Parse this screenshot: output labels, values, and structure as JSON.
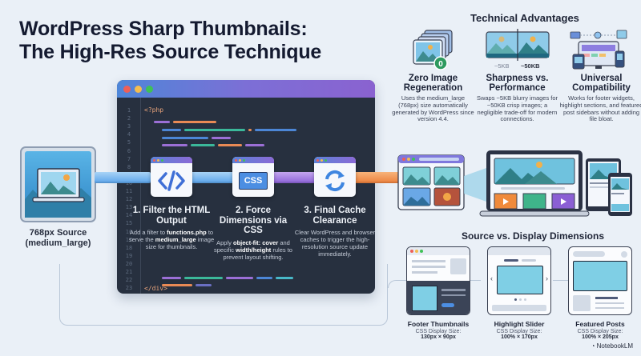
{
  "title": {
    "line1": "WordPress Sharp Thumbnails:",
    "line2": "The High-Res Source Technique"
  },
  "technical_advantages": {
    "heading": "Technical Advantages",
    "items": [
      {
        "icon": "stacked-images-zero-icon",
        "badge": "0",
        "title": "Zero Image Regeneration",
        "text": "Uses the medium_large (768px) size automatically generated by WordPress since version 4.4."
      },
      {
        "icon": "split-image-comparison-icon",
        "size_low": "~5KB",
        "size_high": "~50KB",
        "title": "Sharpness vs. Performance",
        "text": "Swaps ~5KB blurry images for ~50KB crisp images; a negligible trade-off for modern connections."
      },
      {
        "icon": "multi-device-icon",
        "title": "Universal Compatibility",
        "text": "Works for footer widgets, highlight sections, and featured post sidebars without adding file bloat."
      }
    ]
  },
  "source": {
    "label_line1": "768px Source",
    "label_line2": "(medium_large)"
  },
  "code_window": {
    "open_tag": "<?php",
    "close_tag": "</div>",
    "line_numbers": [
      "1",
      "2",
      "3",
      "4",
      "5",
      "6",
      "7",
      "8",
      "10",
      "11",
      "12",
      "13",
      "14",
      "15",
      "16",
      "17",
      "18",
      "19",
      "20",
      "21",
      "22",
      "23"
    ]
  },
  "steps": [
    {
      "icon": "code-brackets-icon",
      "title": "1. Filter the HTML Output",
      "text_parts": [
        "Add a filter to ",
        "functions.php",
        " to serve the ",
        "medium_large",
        " image size for thumbnails."
      ]
    },
    {
      "icon": "css-icon",
      "glyph": "CSS",
      "title": "2. Force Dimensions via CSS",
      "text_parts": [
        "Apply ",
        "object-fit: cover",
        " and specific ",
        "width/height",
        " rules to prevent layout shifting."
      ]
    },
    {
      "icon": "refresh-icon",
      "title": "3. Final Cache Clearance",
      "text_parts": [
        "Clear WordPress and browser caches to trigger the high-resolution source update immediately."
      ]
    }
  ],
  "source_vs_display": {
    "heading": "Source vs. Display Dimensions",
    "cards": [
      {
        "title": "Footer Thumbnails",
        "size_label": "CSS Display Size:",
        "size": "130px × 90px"
      },
      {
        "title": "Highlight Slider",
        "size_label": "CSS Display Size:",
        "size": "100% × 170px"
      },
      {
        "title": "Featured Posts",
        "size_label": "CSS Display Size:",
        "size": "100% × 205px"
      }
    ]
  },
  "brand": "NotebookLM",
  "colors": {
    "background": "#eaf0f7",
    "code_bg": "#27303f",
    "purple": "#9b6fd6",
    "orange": "#e98a55",
    "teal": "#3bb89a",
    "blue": "#4c86d6",
    "cyan": "#48b8c8"
  }
}
